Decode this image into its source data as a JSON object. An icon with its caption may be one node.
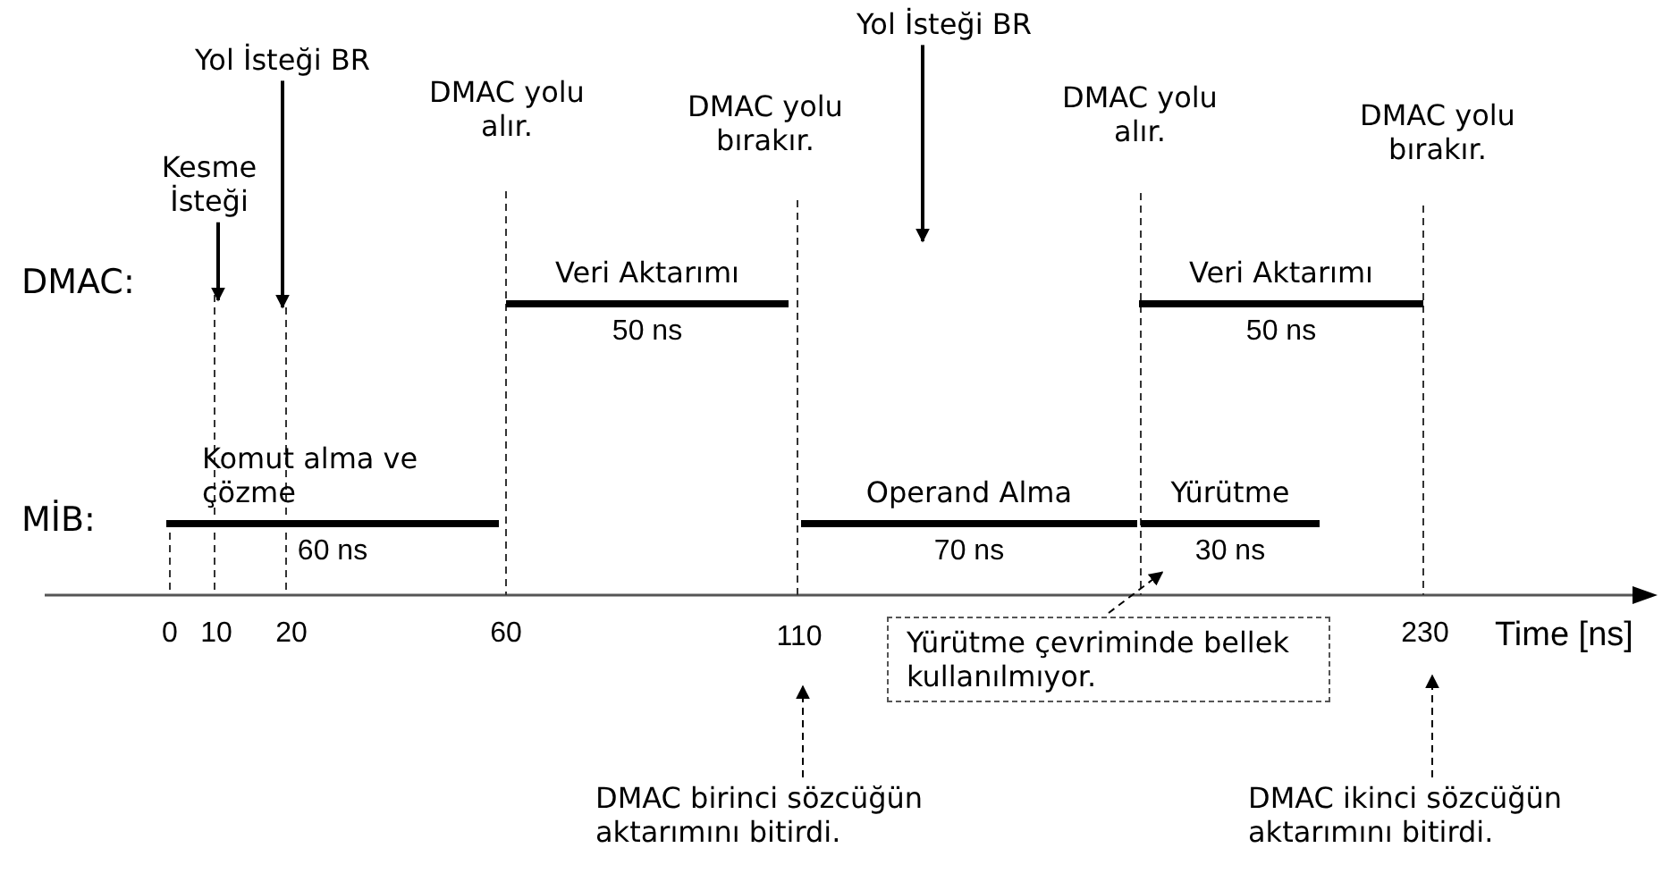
{
  "diagram": {
    "nodes": [
      {
        "text": [
          "Kesme İsteği"
        ]
      },
      {
        "text": [
          "Yol İsteği BR"
        ]
      },
      {
        "text": [
          "Yol İsteği BR"
        ]
      },
      {
        "text": [
          "Veri Aktarımı",
          "50 ns"
        ]
      },
      {
        "text": [
          "Veri Aktarımı",
          "50 ns"
        ]
      },
      {
        "text": [
          "Komut alma ve çözme",
          "60 ns"
        ]
      },
      {
        "text": [
          "Operand Alma",
          "70 ns"
        ]
      },
      {
        "text": [
          "Yürütme",
          "30 ns"
        ]
      },
      {
        "text": [
          "Yürütme çevriminde bellek kullanılmıyor."
        ]
      },
      {
        "text": [
          "DMAC birinci sözcüğün aktarımını bitirdi."
        ]
      },
      {
        "text": [
          "DMAC ikinci sözcüğün aktarımını bitirdi."
        ]
      }
    ],
    "edges": [
      {
        "from": 0,
        "to": null,
        "arrow": "to"
      },
      {
        "from": 1,
        "to": null,
        "arrow": "to"
      },
      {
        "from": 2,
        "to": null,
        "arrow": "to"
      },
      {
        "from": 8,
        "to": 7,
        "arrow": "to",
        "style": "dashed"
      },
      {
        "from": 9,
        "to": null,
        "arrow": "to",
        "style": "dashed"
      },
      {
        "from": 10,
        "to": null,
        "arrow": "to",
        "style": "dashed"
      }
    ],
    "labels": [
      "DMAC yolu alır.",
      "DMAC yolu bırakır.",
      "DMAC yolu alır.",
      "DMAC yolu bırakır.",
      "DMAC:",
      "MİB:",
      "0",
      "10",
      "20",
      "60",
      "110",
      "230",
      "Time [ns]"
    ]
  }
}
